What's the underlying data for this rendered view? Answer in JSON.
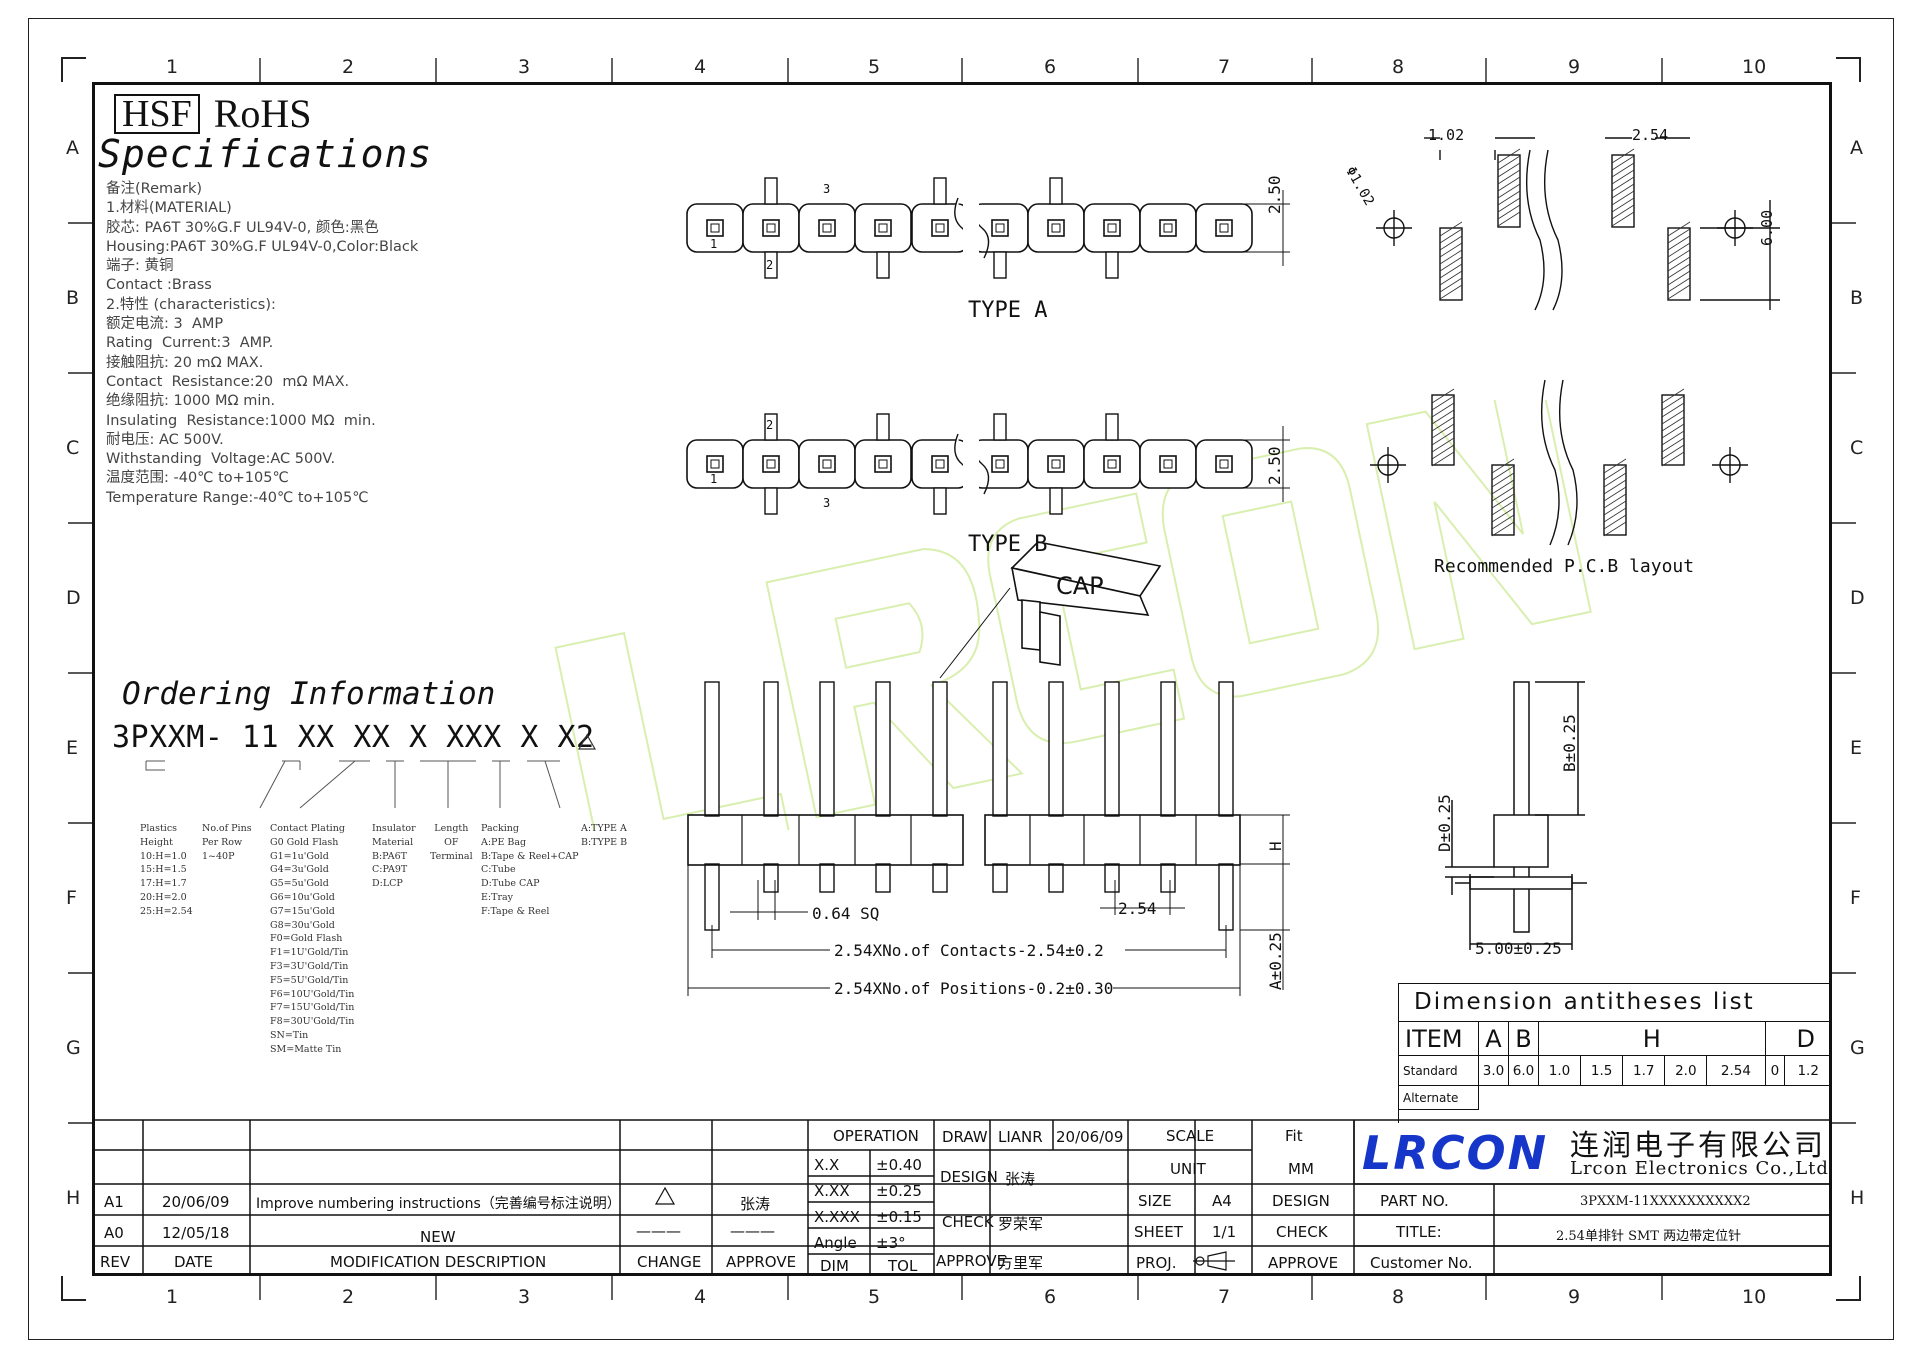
{
  "grid": {
    "columns": [
      "1",
      "2",
      "3",
      "4",
      "5",
      "6",
      "7",
      "8",
      "9",
      "10"
    ],
    "rows": [
      "A",
      "B",
      "C",
      "D",
      "E",
      "F",
      "G",
      "H"
    ]
  },
  "header": {
    "hsf": "HSF",
    "rohs": "RoHS",
    "spec_title": "Specifications"
  },
  "specs": [
    "备注(Remark)",
    "1.材料(MATERIAL)",
    "胶芯: PA6T 30%G.F UL94V-0, 颜色:黑色",
    "Housing:PA6T 30%G.F UL94V-0,Color:Black",
    "端子: 黄铜",
    "Contact :Brass",
    "2.特性 (characteristics):",
    "额定电流: 3  AMP",
    "Rating  Current:3  AMP.",
    "接触阻抗: 20 mΩ MAX.",
    "Contact  Resistance:20  mΩ MAX.",
    "绝缘阻抗: 1000 MΩ min.",
    "Insulating  Resistance:1000 MΩ  min.",
    "耐电压: AC 500V.",
    "Withstanding  Voltage:AC 500V.",
    "温度范围: -40℃ to+105℃",
    "Temperature Range:-40℃ to+105℃"
  ],
  "ordering": {
    "title": "Ordering Information",
    "code": "3PXXM- 11 XX XX X XXX X X2",
    "notes": {
      "plastics": "Plastics\nHeight\n10:H=1.0\n15:H=1.5\n17:H=1.7\n20:H=2.0\n25:H=2.54",
      "pins": "No.of Pins\nPer Row\n1~40P",
      "plating": "Contact Plating\nG0 Gold Flash\nG1=1u'Gold\nG4=3u'Gold\nG5=5u'Gold\nG6=10u'Gold\nG7=15u'Gold\nG8=30u'Gold\nF0=Gold Flash\nF1=1U'Gold/Tin\nF3=3U'Gold/Tin\nF5=5U'Gold/Tin\nF6=10U'Gold/Tin\nF7=15U'Gold/Tin\nF8=30U'Gold/Tin\nSN=Tin\nSM=Matte Tin",
      "insulator": "Insulator\nMaterial\nB:PA6T\nC:PA9T\nD:LCP",
      "length": "Length\nOF\nTerminal",
      "packing": "Packing\nA:PE Bag\nB:Tape & Reel+CAP\nC:Tube\nD:Tube CAP\nE:Tray\nF:Tape & Reel",
      "type": "A:TYPE A\nB:TYPE B"
    }
  },
  "drawing": {
    "type_a": "TYPE A",
    "type_b": "TYPE B",
    "pin1": "1",
    "pin2": "2",
    "pin3": "3",
    "dim_250": "2.50",
    "cap": "CAP",
    "sq": "0.64 SQ",
    "pitch": "2.54",
    "contacts": "2.54XNo.of Contacts-2.54±0.2",
    "positions": "2.54XNo.of Positions-0.2±0.30",
    "h": "H",
    "a": "A±0.25",
    "b": "B±0.25",
    "d": "D±0.25",
    "w500": "5.00±0.25",
    "pcb_102": "1.02",
    "pcb_254": "2.54",
    "pcb_phi": "Φ1.02",
    "pcb_600": "6.00",
    "pcb_caption": "Recommended P.C.B layout"
  },
  "dimension_table": {
    "title": "Dimension antitheses list",
    "header": [
      "ITEM",
      "A",
      "B",
      "H",
      "D"
    ],
    "standard_label": "Standard",
    "standard": [
      "3.0",
      "6.0",
      "1.0",
      "1.5",
      "1.7",
      "2.0",
      "2.54",
      "0",
      "1.2"
    ],
    "alternate_label": "Alternate"
  },
  "title_block": {
    "revisions": [
      {
        "rev": "A1",
        "date": "20/06/09",
        "desc": "Improve numbering instructions（完善编号标注说明）",
        "change": "⚠",
        "approve": "张涛"
      },
      {
        "rev": "A0",
        "date": "12/05/18",
        "desc": "NEW",
        "change": "———",
        "approve": "———"
      }
    ],
    "rev_head": "REV",
    "date_head": "DATE",
    "desc_head": "MODIFICATION DESCRIPTION",
    "change_head": "CHANGE",
    "approve_head": "APPROVE",
    "operation": "OPERATION",
    "tolerances": [
      {
        "k": "X.X",
        "v": "±0.40"
      },
      {
        "k": "X.XX",
        "v": "±0.25"
      },
      {
        "k": "X.XXX",
        "v": "±0.15"
      },
      {
        "k": "Angle",
        "v": "±3°"
      }
    ],
    "dim": "DIM",
    "tol": "TOL",
    "draw": "DRAW",
    "draw_name": "LIANR",
    "draw_date": "20/06/09",
    "design": "DESIGN",
    "design_name": "张涛",
    "check": "CHECK",
    "check_name": "罗荣军",
    "approve": "APPROVE",
    "approve_name": "方里军",
    "scale": "SCALE",
    "scale_val": "Fit",
    "unit": "UNIT",
    "unit_val": "MM",
    "size": "SIZE",
    "size_val": "A4",
    "sheet": "SHEET",
    "sheet_val": "1/1",
    "proj": "PROJ.",
    "design2": "DESIGN",
    "check2": "CHECK",
    "approve2": "APPROVE",
    "part_no_label": "PART NO.",
    "part_no": "3PXXM-11XXXXXXXXXX2",
    "title_label": "TITLE:",
    "title": "2.54单排针 SMT 两边带定位针",
    "customer_label": "Customer No."
  },
  "company": {
    "logo": "LRCON",
    "name_cn": "连润电子有限公司",
    "name_en": "Lrcon Electronics Co.,Ltd"
  },
  "colors": {
    "logo": "#1536c8",
    "line": "#111111",
    "watermark": "#d9efb0"
  }
}
